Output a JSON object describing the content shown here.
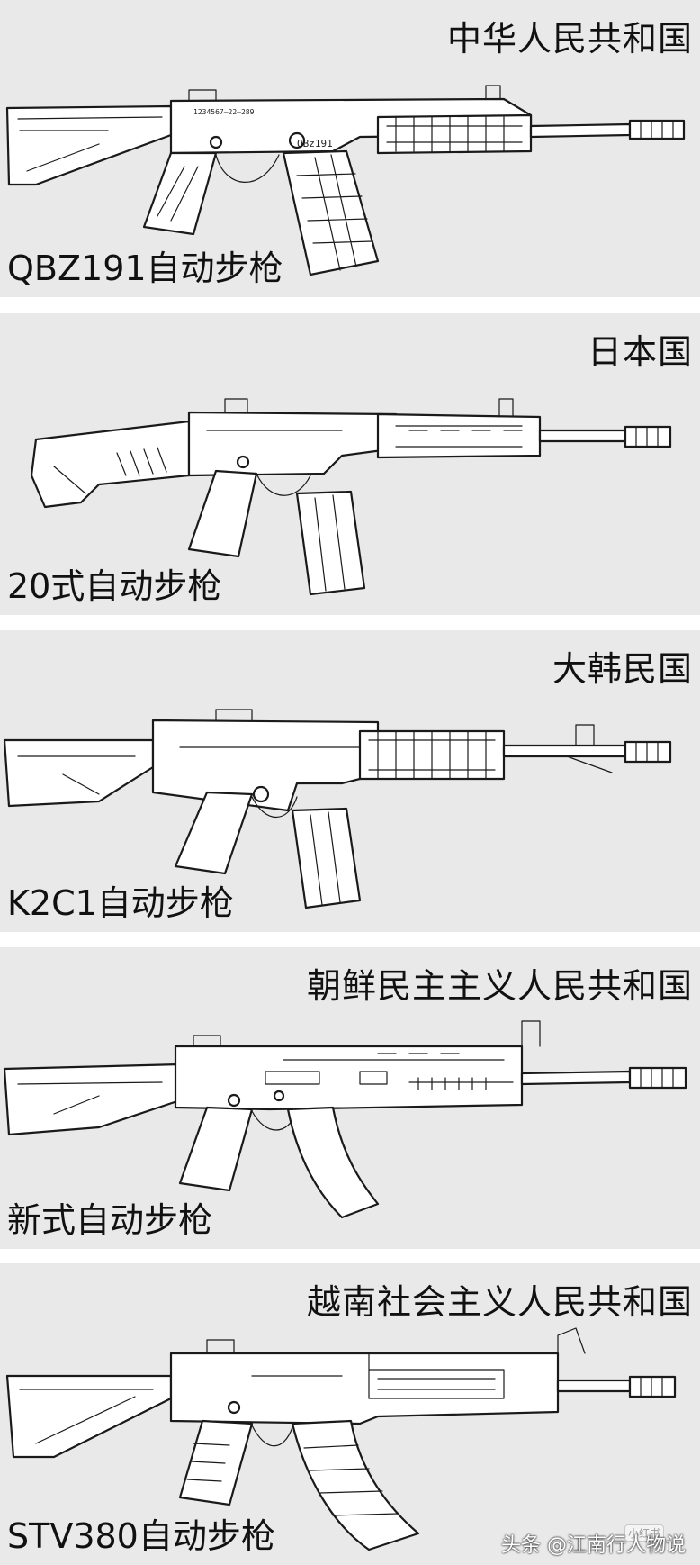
{
  "panels": [
    {
      "country": "中华人民共和国",
      "model": "QBZ191自动步枪",
      "receiver_marking": "QBz191",
      "serial_marking": "1234567—22—289"
    },
    {
      "country": "日本国",
      "model": "20式自动步枪"
    },
    {
      "country": "大韩民国",
      "model": "K2C1自动步枪"
    },
    {
      "country": "朝鲜民主主义人民共和国",
      "model": "新式自动步枪"
    },
    {
      "country": "越南社会主义人民共和国",
      "model": "STV380自动步枪"
    }
  ],
  "watermark": {
    "source_badge": "小红书",
    "text": "头条 @江南行人物说"
  },
  "colors": {
    "panel_bg": "#e9e9e9",
    "line": "#1a1a1a",
    "text": "#111111"
  }
}
